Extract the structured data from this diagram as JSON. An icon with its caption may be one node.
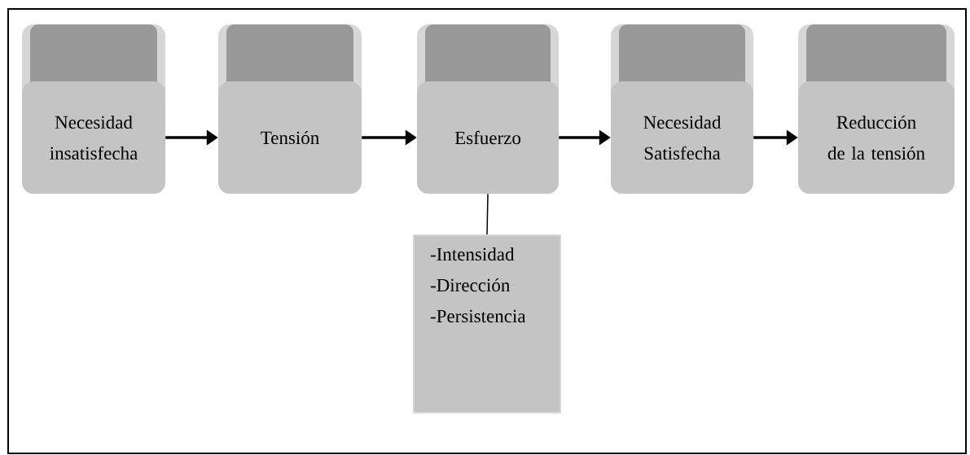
{
  "diagram": {
    "nodes": [
      {
        "text": [
          "Necesidad insatisfecha"
        ]
      },
      {
        "text": [
          "Tensión"
        ]
      },
      {
        "text": [
          "Esfuerzo"
        ]
      },
      {
        "text": [
          "Necesidad Satisfecha"
        ]
      },
      {
        "text": [
          "Reducción de la tensión"
        ]
      },
      {
        "text": [
          "-Intensidad",
          "-Dirección",
          "-Persistencia"
        ]
      }
    ],
    "edges": [
      {
        "from": 0,
        "to": 1,
        "arrow": "to"
      },
      {
        "from": 1,
        "to": 2,
        "arrow": "to"
      },
      {
        "from": 2,
        "to": 3,
        "arrow": "to"
      },
      {
        "from": 3,
        "to": 4,
        "arrow": "to"
      },
      {
        "from": 2,
        "to": 5,
        "arrow": "none"
      }
    ]
  }
}
